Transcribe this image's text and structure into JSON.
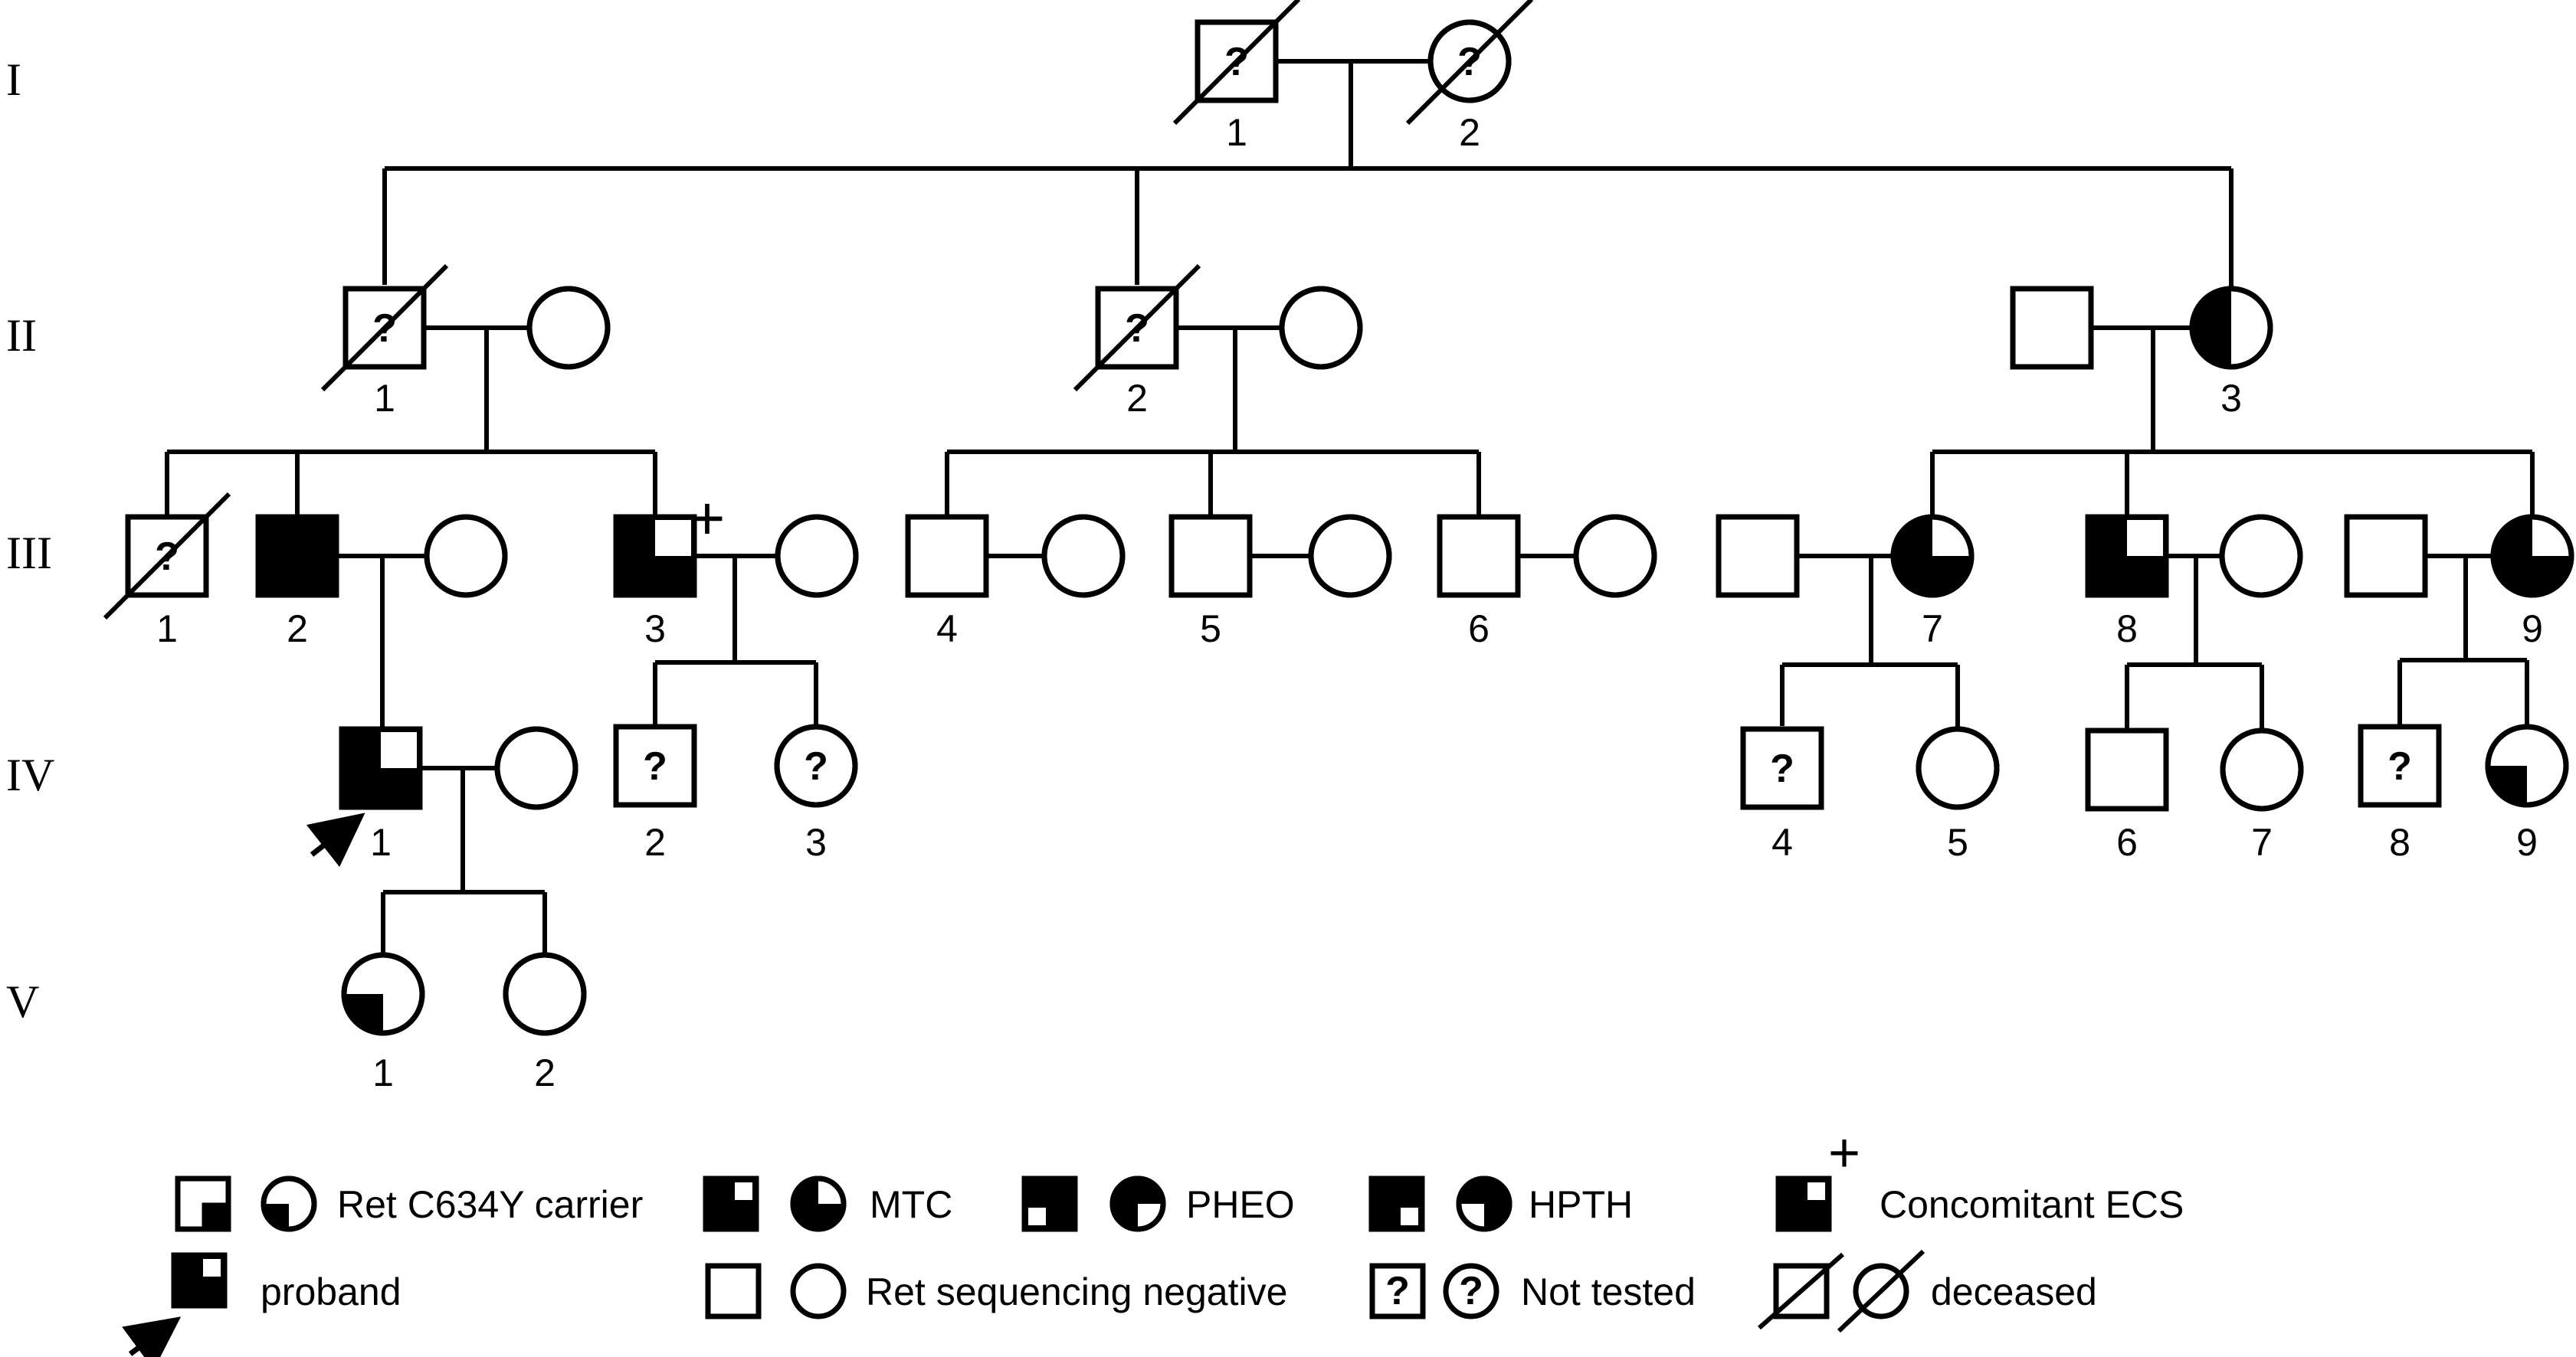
{
  "generations": [
    "I",
    "II",
    "III",
    "IV",
    "V"
  ],
  "individuals": {
    "I1": {
      "number": "1",
      "sex": "male",
      "status": "not-tested",
      "deceased": true
    },
    "I2": {
      "number": "2",
      "sex": "female",
      "status": "not-tested",
      "deceased": true
    },
    "II1": {
      "number": "1",
      "sex": "male",
      "status": "not-tested",
      "deceased": true
    },
    "II1s": {
      "number": "",
      "sex": "female",
      "status": "negative",
      "deceased": false
    },
    "II2": {
      "number": "2",
      "sex": "male",
      "status": "not-tested",
      "deceased": true
    },
    "II2s": {
      "number": "",
      "sex": "female",
      "status": "negative",
      "deceased": false
    },
    "II3s": {
      "number": "",
      "sex": "male",
      "status": "negative",
      "deceased": false
    },
    "II3": {
      "number": "3",
      "sex": "female",
      "status": "carrier-half",
      "deceased": false
    },
    "III1": {
      "number": "1",
      "sex": "male",
      "status": "not-tested",
      "deceased": true
    },
    "III2": {
      "number": "2",
      "sex": "male",
      "status": "affected-full",
      "deceased": false
    },
    "III2s": {
      "number": "",
      "sex": "female",
      "status": "negative",
      "deceased": false
    },
    "III3": {
      "number": "3",
      "sex": "male",
      "status": "mtc-pheo-hpth",
      "deceased": false,
      "plus": true
    },
    "III3s": {
      "number": "",
      "sex": "female",
      "status": "negative",
      "deceased": false
    },
    "III4": {
      "number": "4",
      "sex": "male",
      "status": "negative",
      "deceased": false
    },
    "III4s": {
      "number": "",
      "sex": "female",
      "status": "negative",
      "deceased": false
    },
    "III5": {
      "number": "5",
      "sex": "male",
      "status": "negative",
      "deceased": false
    },
    "III5s": {
      "number": "",
      "sex": "female",
      "status": "negative",
      "deceased": false
    },
    "III6": {
      "number": "6",
      "sex": "male",
      "status": "negative",
      "deceased": false
    },
    "III6s": {
      "number": "",
      "sex": "female",
      "status": "negative",
      "deceased": false
    },
    "III7s": {
      "number": "",
      "sex": "male",
      "status": "negative",
      "deceased": false
    },
    "III7": {
      "number": "7",
      "sex": "female",
      "status": "mtc-pheo-hpth",
      "deceased": false
    },
    "III8": {
      "number": "8",
      "sex": "male",
      "status": "mtc-pheo-hpth",
      "deceased": false
    },
    "III8s": {
      "number": "",
      "sex": "female",
      "status": "negative",
      "deceased": false
    },
    "III9s": {
      "number": "",
      "sex": "male",
      "status": "negative",
      "deceased": false
    },
    "III9": {
      "number": "9",
      "sex": "female",
      "status": "mtc-pheo-hpth",
      "deceased": false
    },
    "IV1": {
      "number": "1",
      "sex": "male",
      "status": "mtc-pheo-hpth",
      "deceased": false,
      "proband": true
    },
    "IV1s": {
      "number": "",
      "sex": "female",
      "status": "negative",
      "deceased": false
    },
    "IV2": {
      "number": "2",
      "sex": "male",
      "status": "not-tested",
      "deceased": false
    },
    "IV3": {
      "number": "3",
      "sex": "female",
      "status": "not-tested",
      "deceased": false
    },
    "IV4": {
      "number": "4",
      "sex": "male",
      "status": "not-tested",
      "deceased": false
    },
    "IV5": {
      "number": "5",
      "sex": "female",
      "status": "negative",
      "deceased": false
    },
    "IV6": {
      "number": "6",
      "sex": "male",
      "status": "negative",
      "deceased": false
    },
    "IV7": {
      "number": "7",
      "sex": "female",
      "status": "negative",
      "deceased": false
    },
    "IV8": {
      "number": "8",
      "sex": "male",
      "status": "not-tested",
      "deceased": false
    },
    "IV9": {
      "number": "9",
      "sex": "female",
      "status": "carrier",
      "deceased": false
    },
    "V1": {
      "number": "1",
      "sex": "female",
      "status": "carrier",
      "deceased": false
    },
    "V2": {
      "number": "2",
      "sex": "female",
      "status": "negative",
      "deceased": false
    }
  },
  "not_tested_mark": "?",
  "plus_mark": "+",
  "legend": {
    "carrier": "Ret C634Y carrier",
    "mtc": "MTC",
    "pheo": "PHEO",
    "hpth": "HPTH",
    "ecs": "Concomitant ECS",
    "proband": "proband",
    "negative": "Ret sequencing negative",
    "not_tested": "Not tested",
    "deceased": "deceased"
  },
  "colors": {
    "ink": "#000000",
    "paper": "#ffffff"
  }
}
